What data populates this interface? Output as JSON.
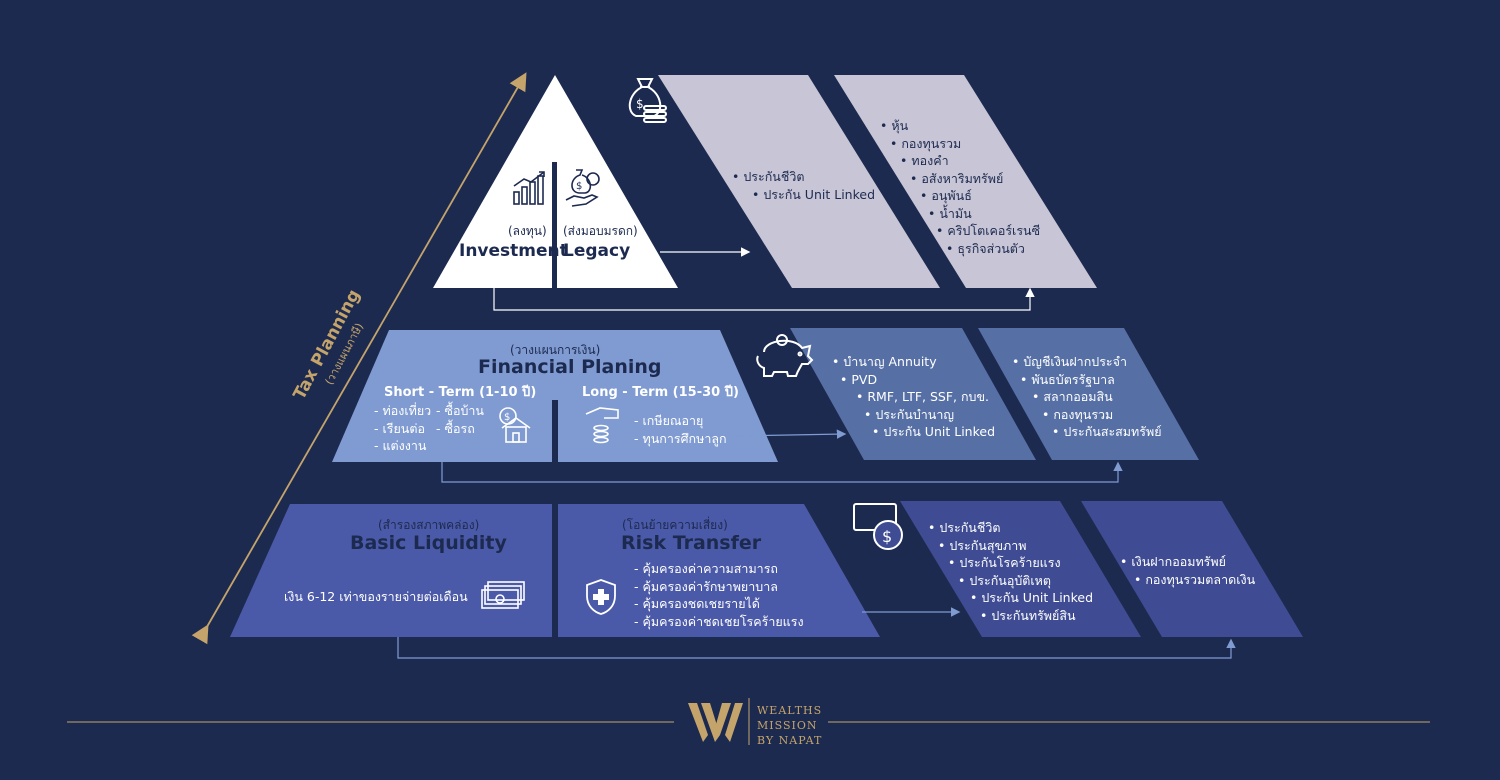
{
  "tax_planning": {
    "title": "Tax Planning",
    "subtitle": "(วางแผนภาษี)"
  },
  "top": {
    "investment": {
      "th": "(ลงทุน)",
      "en": "Investment"
    },
    "legacy": {
      "th": "(ส่งมอบมรดก)",
      "en": "Legacy"
    },
    "panel1_items": [
      "ประกันชีวิต",
      "ประกัน Unit Linked"
    ],
    "panel2_items": [
      "หุ้น",
      "กองทุนรวม",
      "ทองคำ",
      "อสังหาริมทรัพย์",
      "อนุพันธ์",
      "น้ำมัน",
      "คริปโตเคอร์เรนซี",
      "ธุรกิจส่วนตัว"
    ]
  },
  "middle": {
    "th": "(วางแผนการเงิน)",
    "title": "Financial Planing",
    "short_term": {
      "title": "Short - Term (1-10 ปี)",
      "col1": [
        "ท่องเที่ยว",
        "เรียนต่อ",
        "แต่งงาน"
      ],
      "col2": [
        "ซื้อบ้าน",
        "ซื้อรถ"
      ]
    },
    "long_term": {
      "title": "Long - Term (15-30 ปี)",
      "items": [
        "เกษียณอายุ",
        "ทุนการศึกษาลูก"
      ]
    },
    "panel1_items": [
      "บำนาญ Annuity",
      "PVD",
      "RMF, LTF, SSF, กบข.",
      "ประกันบำนาญ",
      "ประกัน Unit Linked"
    ],
    "panel2_items": [
      "บัญชีเงินฝากประจำ",
      "พันธบัตรรัฐบาล",
      "สลากออมสิน",
      "กองทุนรวม",
      "ประกันสะสมทรัพย์"
    ]
  },
  "bottom": {
    "liquidity": {
      "th": "(สำรองสภาพคล่อง)",
      "en": "Basic Liquidity",
      "desc": "เงิน 6-12 เท่าของรายจ่ายต่อเดือน"
    },
    "risk": {
      "th": "(โอนย้ายความเสี่ยง)",
      "en": "Risk Transfer",
      "items": [
        "คุ้มครองค่าความสามารถ",
        "คุ้มครองค่ารักษาพยาบาล",
        "คุ้มครองชดเชยรายได้",
        "คุ้มครองค่าชดเชยโรคร้ายแรง"
      ]
    },
    "panel1_items": [
      "ประกันชีวิต",
      "ประกันสุขภาพ",
      "ประกันโรคร้ายแรง",
      "ประกันอุบัติเหตุ",
      "ประกัน Unit Linked",
      "ประกันทรัพย์สิน"
    ],
    "panel2_items": [
      "เงินฝากออมทรัพย์",
      "กองทุนรวมตลาดเงิน"
    ]
  },
  "logo": {
    "line1": "WEALTHS",
    "line2": "MISSION",
    "line3": "BY NAPAT"
  },
  "colors": {
    "background": "#1d2a50",
    "gold": "#c4a46b",
    "top_panel": "#c8c6d6",
    "middle_panel": "#7f9bd1",
    "middle_side": "#5670a6",
    "bottom_panel": "#4b5aa8",
    "bottom_side": "#3f4c93"
  }
}
